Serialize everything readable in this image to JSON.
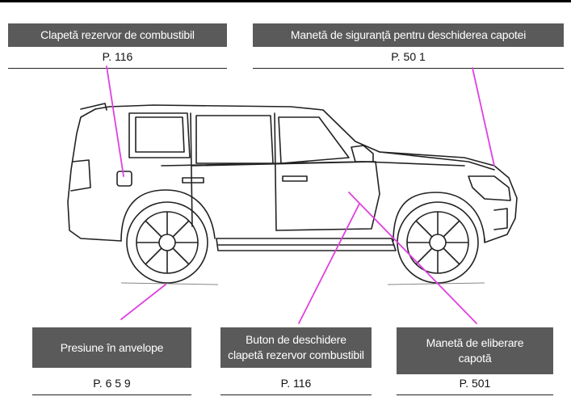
{
  "labels": {
    "fuel_flap": {
      "title": "Clapetă rezervor de combustibil",
      "page": "P. 116"
    },
    "hood_safety_lever": {
      "title": "Manetă de siguranță pentru deschiderea capotei",
      "page": "P. 50 1"
    },
    "tire_pressure": {
      "title": "Presiune în anvelope",
      "page": "P. 6 5 9"
    },
    "fuel_flap_button": {
      "title_line1": "Buton de deschidere",
      "title_line2": "clapetă rezervor combustibil",
      "page": "P. 116"
    },
    "hood_release_lever": {
      "title_line1": "Manetă de eliberare",
      "title_line2": "capotă",
      "page": "P. 501"
    }
  },
  "colors": {
    "label_background": "#5a5a5a",
    "label_text": "#ffffff",
    "callout_line": "#e040e0",
    "vehicle_outline": "#222222"
  }
}
